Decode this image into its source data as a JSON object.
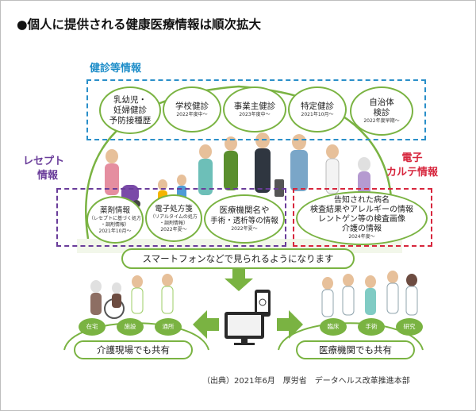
{
  "title": "●個人に提供される健康医療情報は順次拡大",
  "categories": {
    "kenshin": "健診等情報",
    "receipt": [
      "レセプト",
      "情報"
    ],
    "karte": [
      "電子",
      "カルテ情報"
    ]
  },
  "top_bubbles": [
    {
      "lines": [
        "乳幼児・",
        "妊婦健診",
        "予防接種歴"
      ],
      "sub": ""
    },
    {
      "lines": [
        "学校健診"
      ],
      "sub": "2022年度中〜"
    },
    {
      "lines": [
        "事業主健診"
      ],
      "sub": "2023年度中〜"
    },
    {
      "lines": [
        "特定健診"
      ],
      "sub": "2021年10月〜"
    },
    {
      "lines": [
        "自治体",
        "検診"
      ],
      "sub": "2022年度早期〜"
    }
  ],
  "receipt_bubbles": [
    {
      "lines": [
        "薬剤情報"
      ],
      "subs": [
        "（レセプトに基づく処方",
        "・調剤情報）",
        "2021年10月〜"
      ]
    },
    {
      "lines": [
        "電子処方箋"
      ],
      "subs": [
        "（リアルタイムの処方",
        "・調剤情報）",
        "2022年夏〜"
      ]
    },
    {
      "lines": [
        "医療機関名や",
        "手術・透析等の情報"
      ],
      "subs": [
        "2022年夏〜"
      ]
    }
  ],
  "karte_bubble": {
    "lines": [
      "告知された病名",
      "検査結果やアレルギーの情報",
      "レントゲン等の検査画像",
      "介護の情報"
    ],
    "sub": "2024年度〜"
  },
  "smartphone_banner": "スマートフォンなどで見られるようになります",
  "left_tags": [
    "在宅",
    "施設",
    "通所"
  ],
  "right_tags": [
    "臨床",
    "手術",
    "研究"
  ],
  "left_caption": "介護現場でも共有",
  "right_caption": "医療機関でも共有",
  "source": "（出典）2021年6月　厚労省　データヘルス改革推進本部",
  "colors": {
    "green": "#7ab342",
    "blue_dash": "#2a8fc9",
    "purple_dash": "#6a3d9a",
    "red_dash": "#d7263d",
    "blue_text": "#1f8ec9",
    "purple_text": "#6a3d9a",
    "red_text": "#d7263d"
  }
}
